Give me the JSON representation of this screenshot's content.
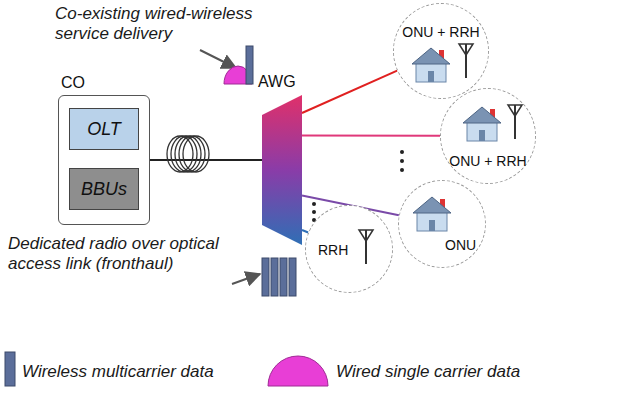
{
  "diagram": {
    "nodes": [
      {
        "text": [
          "CO"
        ]
      },
      {
        "text": [
          "OLT"
        ],
        "in": 0
      },
      {
        "text": [
          "BBUs"
        ],
        "in": 0
      },
      {
        "text": [
          "AWG"
        ]
      },
      {
        "text": [
          "ONU + RRH"
        ]
      },
      {
        "text": [
          "ONU + RRH"
        ]
      },
      {
        "text": [
          "ONU"
        ]
      },
      {
        "text": [
          "RRH"
        ]
      }
    ],
    "edges": [
      {
        "from": 0,
        "to": 3,
        "arrow": "none"
      },
      {
        "from": 3,
        "to": 4,
        "arrow": "none"
      },
      {
        "from": 3,
        "to": 5,
        "arrow": "none"
      },
      {
        "from": 3,
        "to": 6,
        "arrow": "none"
      },
      {
        "from": 3,
        "to": 7,
        "arrow": "none"
      }
    ],
    "labels": [
      "Co-existing wired-wireless service delivery",
      "Dedicated radio over optical access link (fronthaul)"
    ],
    "legend": [
      {
        "text": "Wireless multicarrier data",
        "color": "#5b6e9a"
      },
      {
        "text": "Wired single carrier data",
        "color": "#e83ed6"
      }
    ]
  }
}
